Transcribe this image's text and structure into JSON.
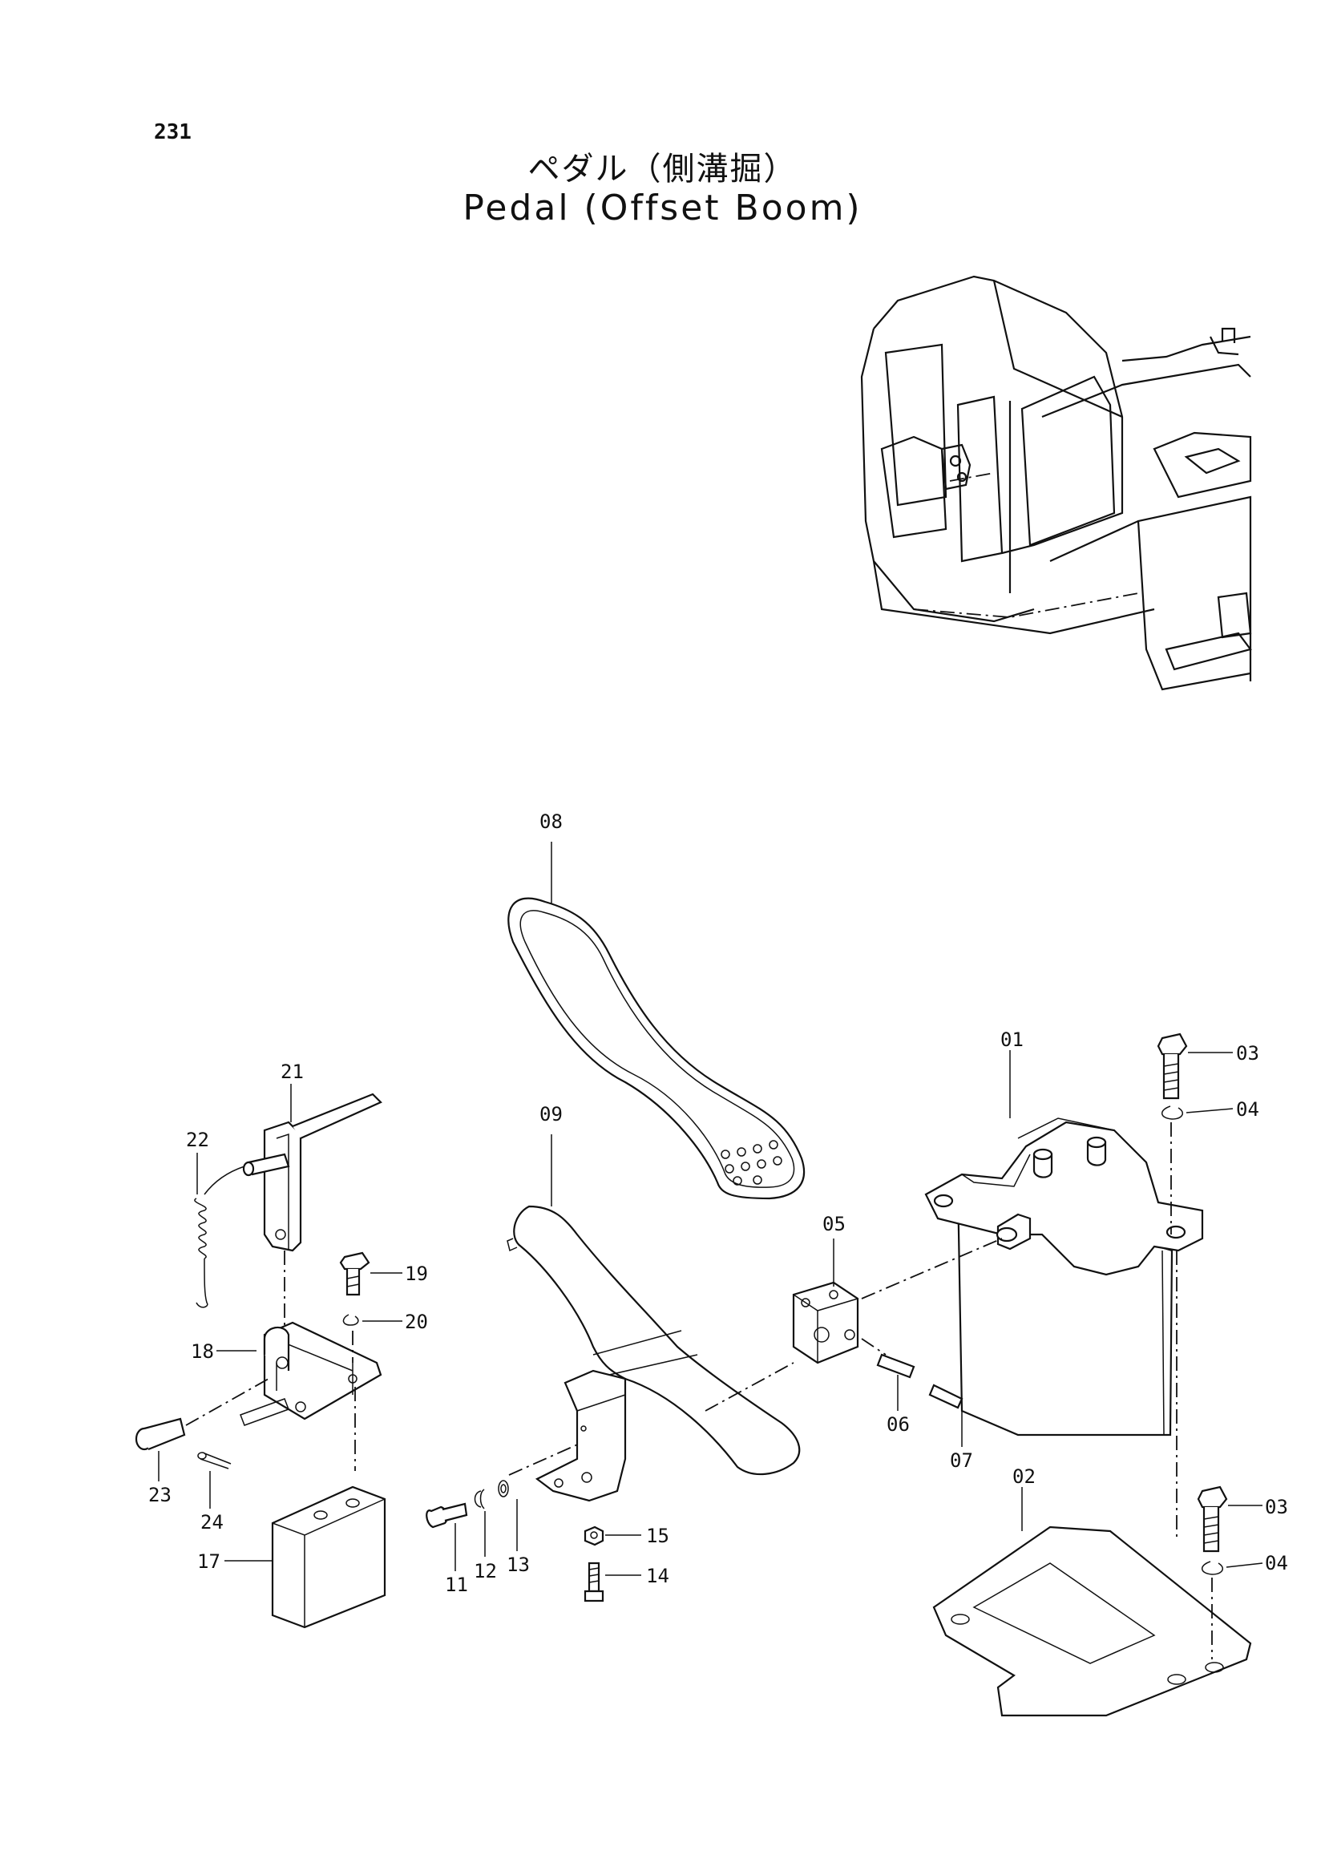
{
  "page": {
    "number": "231",
    "title_ja": "ペダル（側溝掘）",
    "title_en": "Pedal (Offset Boom)"
  },
  "callouts": {
    "p01": "01",
    "p02": "02",
    "p03a": "03",
    "p03b": "03",
    "p04a": "04",
    "p04b": "04",
    "p05": "05",
    "p06": "06",
    "p07": "07",
    "p08": "08",
    "p09": "09",
    "p11": "11",
    "p12": "12",
    "p13": "13",
    "p14": "14",
    "p15": "15",
    "p17": "17",
    "p18": "18",
    "p19": "19",
    "p20": "20",
    "p21": "21",
    "p22": "22",
    "p23": "23",
    "p24": "24"
  }
}
